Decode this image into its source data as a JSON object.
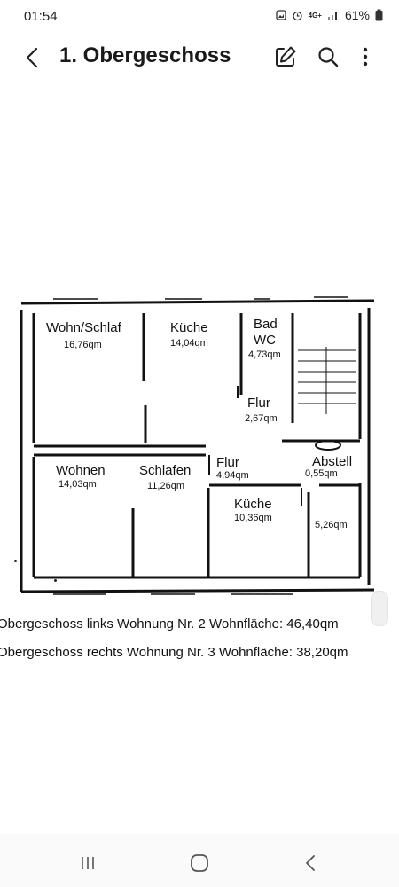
{
  "status": {
    "time": "01:54",
    "network": "4G+",
    "battery": "61%"
  },
  "appbar": {
    "title": "1. Obergeschoss"
  },
  "floorplan": {
    "rooms": [
      {
        "name": "Wohn/Schlaf",
        "area": "16,76qm"
      },
      {
        "name": "Küche",
        "area": "14,04qm"
      },
      {
        "name": "Bad",
        "name2": "WC",
        "area": "4,73qm"
      },
      {
        "name": "Flur",
        "area": "2,67qm"
      },
      {
        "name": "Wohnen",
        "area": "14,03qm"
      },
      {
        "name": "Schlafen",
        "area": "11,26qm"
      },
      {
        "name": "Flur",
        "area": "4,94qm"
      },
      {
        "name": "Abstell",
        "area": "0,55qm"
      },
      {
        "name": "Küche",
        "area": "10,36qm"
      },
      {
        "name": "",
        "area": "5,26qm"
      }
    ]
  },
  "footer": {
    "line1": "Obergeschoss links  Wohnung  Nr. 2  Wohnfläche: 46,40qm",
    "line2": "Obergeschoss rechts Wohnung Nr. 3 Wohnfläche: 38,20qm"
  },
  "icons": {
    "back": "chevron-left-icon",
    "edit": "edit-icon",
    "search": "search-icon",
    "more": "more-vertical-icon",
    "recents": "recents-icon",
    "home": "home-icon",
    "nav_back": "nav-back-icon"
  }
}
